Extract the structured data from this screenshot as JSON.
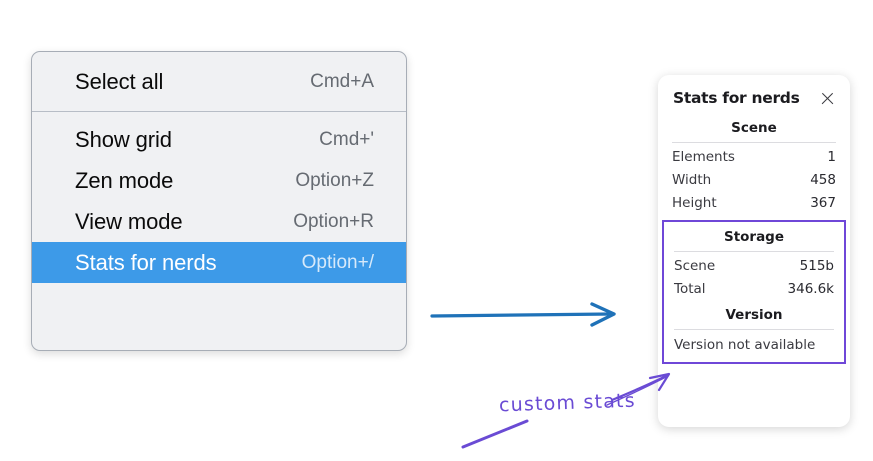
{
  "context_menu": {
    "sections": [
      {
        "items": [
          {
            "label": "Select all",
            "shortcut": "Cmd+A",
            "selected": false
          }
        ]
      },
      {
        "items": [
          {
            "label": "Show grid",
            "shortcut": "Cmd+'",
            "selected": false
          },
          {
            "label": "Zen mode",
            "shortcut": "Option+Z",
            "selected": false
          },
          {
            "label": "View mode",
            "shortcut": "Option+R",
            "selected": false
          },
          {
            "label": "Stats for nerds",
            "shortcut": "Option+/",
            "selected": true
          }
        ]
      }
    ],
    "highlight_color": "#3d9ae8",
    "background_color": "#f0f1f3"
  },
  "stats_panel": {
    "title": "Stats for nerds",
    "close_icon": "close-icon",
    "scene": {
      "heading": "Scene",
      "rows": [
        {
          "label": "Elements",
          "value": "1"
        },
        {
          "label": "Width",
          "value": "458"
        },
        {
          "label": "Height",
          "value": "367"
        }
      ]
    },
    "storage": {
      "heading": "Storage",
      "rows": [
        {
          "label": "Scene",
          "value": "515b"
        },
        {
          "label": "Total",
          "value": "346.6k"
        }
      ]
    },
    "version": {
      "heading": "Version",
      "note": "Version not available"
    },
    "custom_outline_color": "#6f47d8"
  },
  "annotations": {
    "flow_arrow_color": "#1f72b8",
    "callout_text": "custom stats",
    "callout_color": "#6a4bd4"
  }
}
